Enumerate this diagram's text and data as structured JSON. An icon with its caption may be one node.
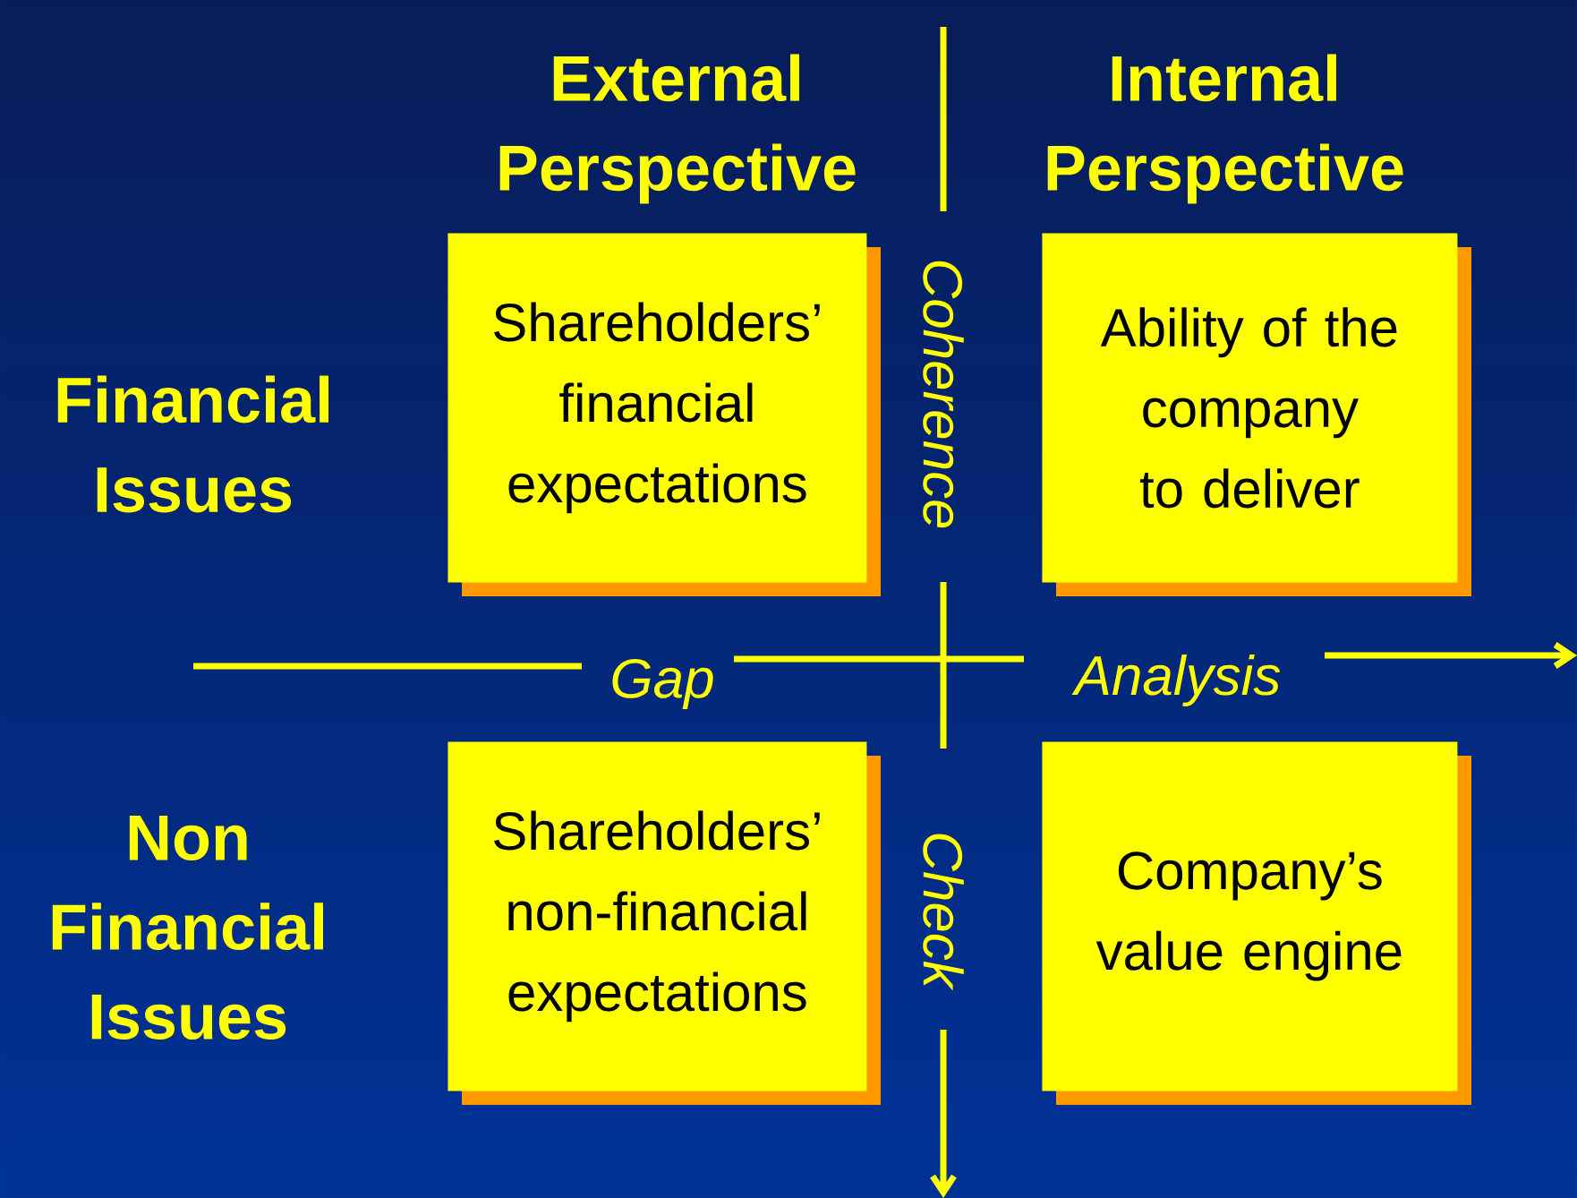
{
  "diagram": {
    "nodes": [
      {
        "text": [
          "Shareholders’ financial expectations"
        ]
      },
      {
        "text": [
          "Ability of the company to deliver"
        ]
      },
      {
        "text": [
          "Shareholders’ non-financial expectations"
        ]
      },
      {
        "text": [
          "Company’s value engine"
        ]
      }
    ],
    "labels": [
      "External Perspective",
      "Internal Perspective",
      "Coherence",
      "Financial Issues",
      "Gap",
      "Analysis",
      "Non Financial Issues",
      "Check"
    ]
  }
}
